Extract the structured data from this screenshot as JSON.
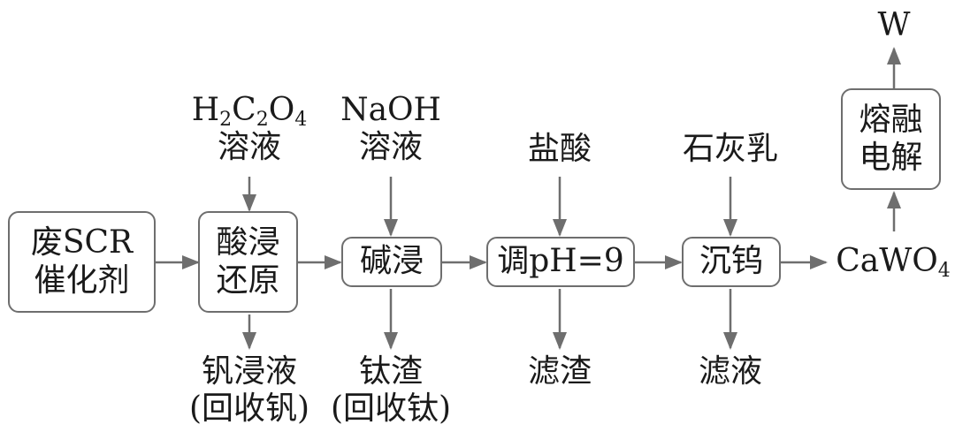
{
  "process": {
    "start": [
      "废SCR",
      "催化剂"
    ],
    "step1": [
      "酸浸",
      "还原"
    ],
    "step2": "碱浸",
    "step3": "调pH=9",
    "step4": "沉钨",
    "step5": [
      "熔融",
      "电解"
    ],
    "product": "W",
    "intermediate": {
      "base": "CaWO",
      "sub": "4"
    }
  },
  "reagents": {
    "step1": {
      "formula": [
        [
          "H",
          "2"
        ],
        [
          "C",
          "2"
        ],
        [
          "O",
          "4"
        ]
      ],
      "label": "溶液"
    },
    "step2": [
      "NaOH",
      "溶液"
    ],
    "step3": "盐酸",
    "step4": "石灰乳"
  },
  "outputs": {
    "step1": [
      "钒浸液",
      "(回收钒)"
    ],
    "step2": [
      "钛渣",
      "(回收钛)"
    ],
    "step3": "滤渣",
    "step4": "滤液"
  }
}
